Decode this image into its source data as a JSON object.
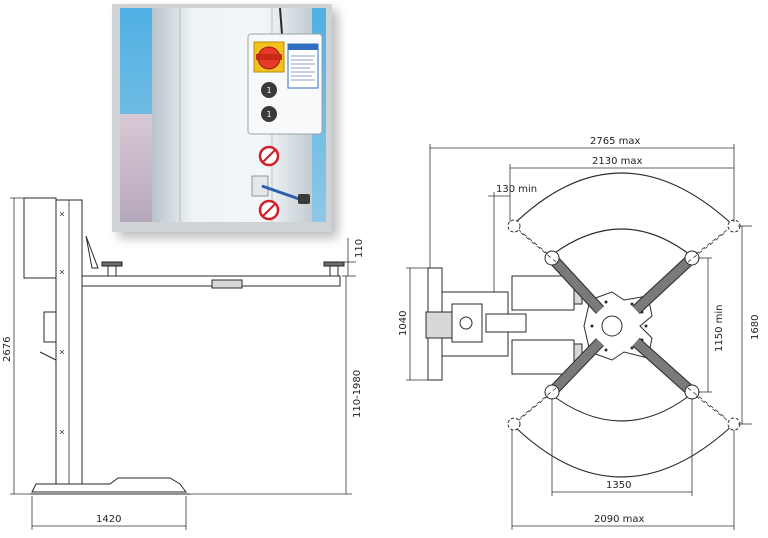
{
  "photo": {
    "panel_buttons": [
      "1",
      "1"
    ],
    "colors": {
      "pillar": "#eef3f6",
      "panel_blue": "#2f6ec1",
      "switch_red": "#e63a26",
      "switch_yellow": "#f2c21a",
      "prohibition_red": "#d21f27",
      "lever": "#2b5fb0"
    }
  },
  "side_view": {
    "dims": {
      "total_height": "2676",
      "arm_thickness": "110",
      "lift_height": "110-1980",
      "base_length": "1420"
    }
  },
  "top_view": {
    "dims": {
      "overall_max": "2765 max",
      "arm_spread_max": "2130 max",
      "arm_min": "130 min",
      "column_width": "1040",
      "inner_min": "1150 min",
      "outer_width": "1680",
      "inner_pads": "1350",
      "bottom_max": "2090 max"
    }
  }
}
